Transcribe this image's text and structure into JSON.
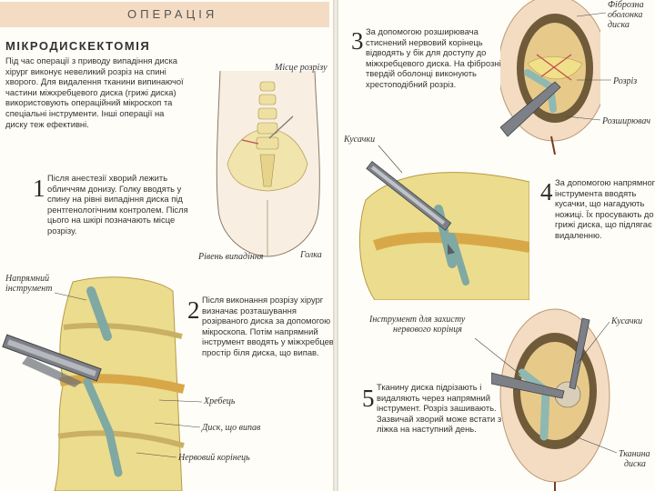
{
  "header": {
    "title": "ОПЕРАЦІЯ"
  },
  "section_title": "МІКРОДИСКЕКТОМІЯ",
  "intro": {
    "lines": [
      "Під час операції з приводу випадіння диска",
      "хірург виконує невеликий розріз на спині",
      "хворого. Для видалення тканини випинаючої",
      "частини міжхребцевого диска (грижі диска)",
      "використовують операційний мікроскоп та",
      "спеціальні інструменти. Інші операції на",
      "диску теж ефективні."
    ]
  },
  "steps": [
    {
      "number": "1",
      "lines": [
        "Після анестезії хворий лежить",
        "обличчям донизу. Голку вводять у",
        "спину на рівні випадіння диска під",
        "рентгенологічним контролем. Після",
        "цього на шкірі позначають місце",
        "розрізу."
      ]
    },
    {
      "number": "2",
      "lines": [
        "Після виконання розрізу хірург",
        "визначає розташування",
        "розірваного диска за допомогою",
        "мікроскопа. Потім напрямний",
        "інструмент вводять у міжхребцевий",
        "простір біля диска, що випав."
      ]
    },
    {
      "number": "3",
      "lines": [
        "За допомогою розширювача",
        "стиснений нервовий корінець",
        "відводять у бік для доступу до",
        "міжхребцевого диска. На фіброзній",
        "твердій оболонці виконують",
        "хрестоподібний розріз."
      ]
    },
    {
      "number": "4",
      "lines": [
        "За допомогою напрямного",
        "інструмента вводять",
        "кусачки, що нагадують",
        "ножиці. Їх просувають до",
        "грижі диска, що підлягає",
        "видаленню."
      ]
    },
    {
      "number": "5",
      "lines": [
        "Тканину диска підрізають і",
        "видаляють через напрямний",
        "інструмент. Розріз зашивають.",
        "Зазвичай хворий може встати з",
        "ліжка на наступний день."
      ]
    }
  ],
  "labels": {
    "incision_site": "Місце розрізу",
    "prolapse_level": "Рівень випадіння",
    "needle": "Голка",
    "guide_tool_line1": "Напрямний",
    "guide_tool_line2": "інструмент",
    "vertebra": "Хребець",
    "prolapsed_disc": "Диск, що випав",
    "nerve_root": "Нервовий корінець",
    "fibrous_sheath_line1": "Фіброзна",
    "fibrous_sheath_line2": "оболонка",
    "fibrous_sheath_line3": "диска",
    "incision": "Розріз",
    "retractor": "Розширювач",
    "forceps_top": "Кусачки",
    "protector_line1": "Інструмент для захисту",
    "protector_line2": "нервового корінця",
    "forceps_bottom": "Кусачки",
    "disc_tissue_line1": "Тканина",
    "disc_tissue_line2": "диска"
  },
  "colors": {
    "header_bg": "#f4dcc4",
    "bone": "#e9d98a",
    "nerve": "#8fb8b0",
    "skin": "#f3dcc2",
    "tissue": "#d9a24a"
  }
}
